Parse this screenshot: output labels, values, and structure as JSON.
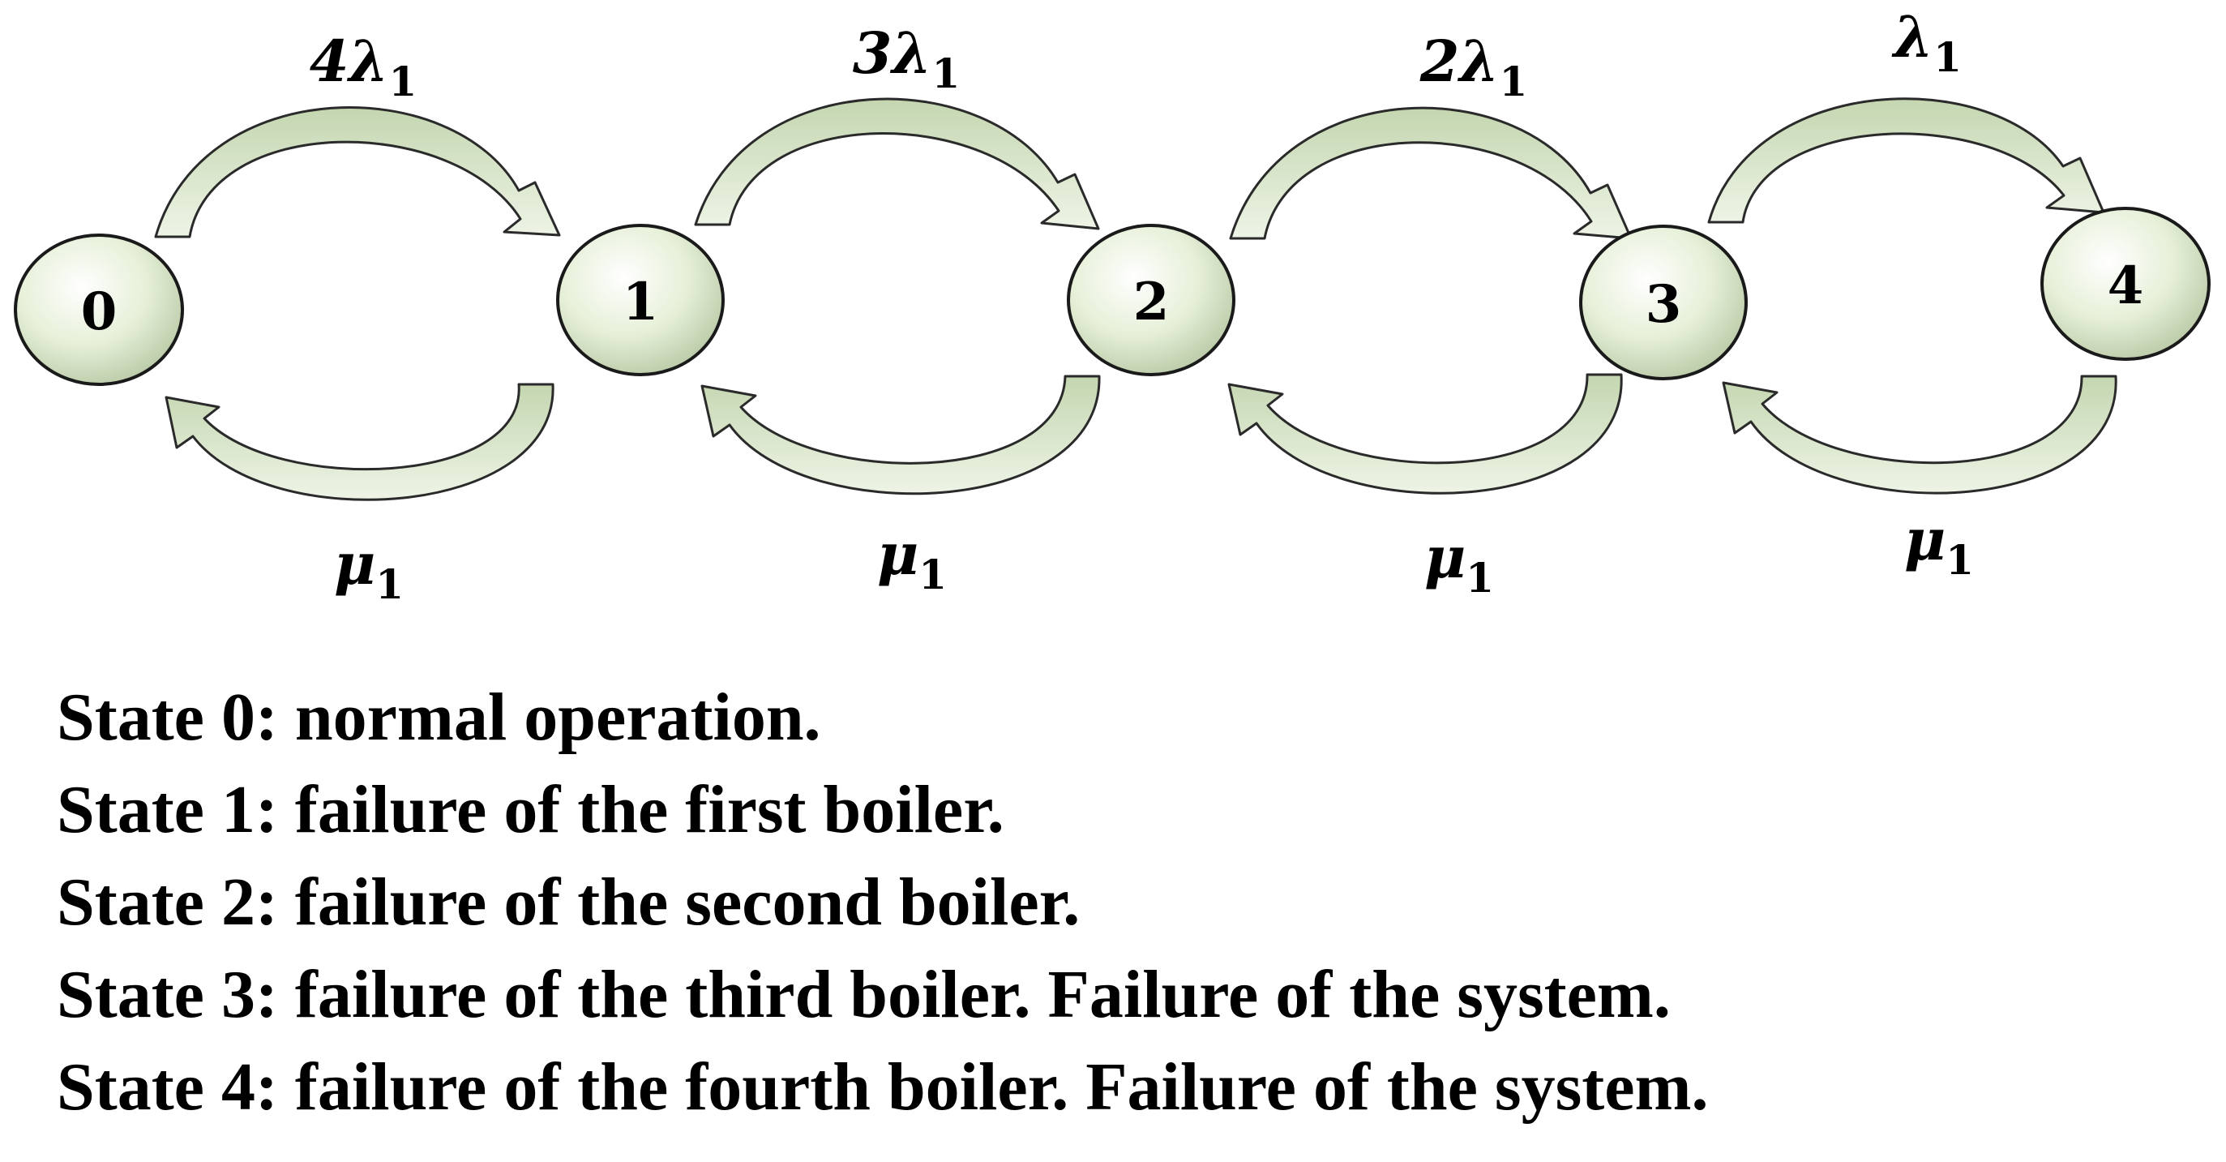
{
  "states": [
    {
      "id": "0",
      "label": "0"
    },
    {
      "id": "1",
      "label": "1"
    },
    {
      "id": "2",
      "label": "2"
    },
    {
      "id": "3",
      "label": "3"
    },
    {
      "id": "4",
      "label": "4"
    }
  ],
  "forward_rates": [
    {
      "coef": "4",
      "symbol": "λ",
      "sub": "1"
    },
    {
      "coef": "3",
      "symbol": "λ",
      "sub": "1"
    },
    {
      "coef": "2",
      "symbol": "λ",
      "sub": "1"
    },
    {
      "coef": "",
      "symbol": "λ",
      "sub": "1"
    }
  ],
  "backward_rates": [
    {
      "symbol": "μ",
      "sub": "1"
    },
    {
      "symbol": "μ",
      "sub": "1"
    },
    {
      "symbol": "μ",
      "sub": "1"
    },
    {
      "symbol": "μ",
      "sub": "1"
    }
  ],
  "legend": [
    "State 0: normal operation.",
    "State 1: failure of the first boiler.",
    "State 2: failure of the second boiler.",
    "State 3: failure of the third boiler. Failure of the system.",
    "State 4: failure of the fourth boiler. Failure of the system."
  ],
  "colors": {
    "node_fill": "#e6f0d8",
    "node_stroke": "#1a1a1a",
    "arrow_fill": "#d6e4c4",
    "arrow_stroke": "#2a2a2a"
  }
}
